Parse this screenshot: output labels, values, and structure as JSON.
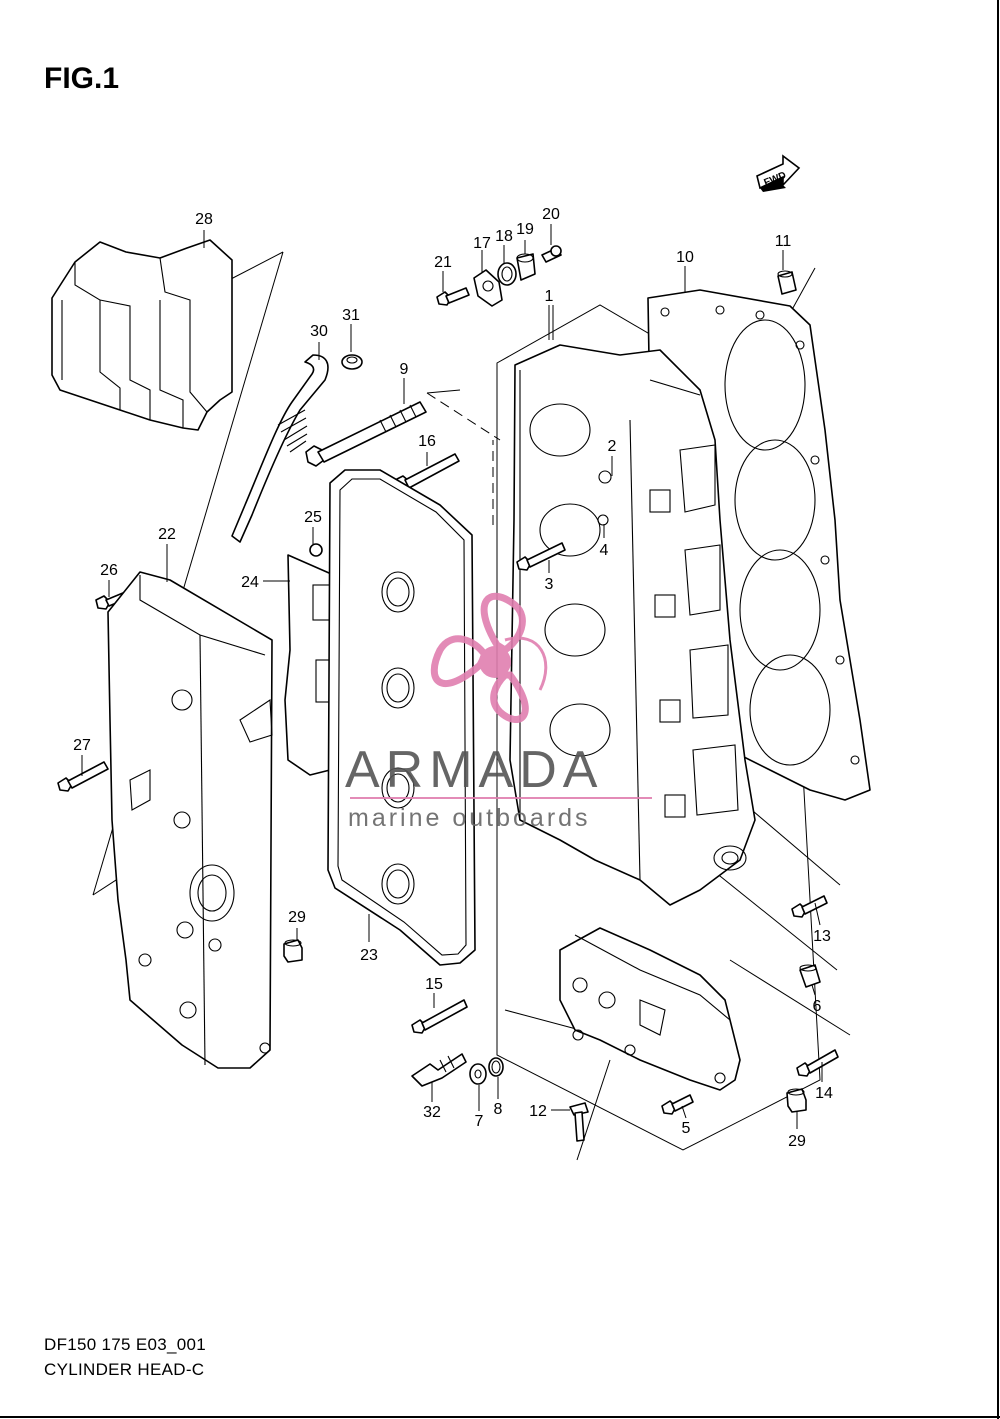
{
  "figure": {
    "title": "FIG.1"
  },
  "fwd_badge": {
    "text": "FWD"
  },
  "watermark": {
    "brand": "ARMADA",
    "tagline": "marine outboards",
    "color": "#e07fb0"
  },
  "footer": {
    "code": "DF150 175 E03_001",
    "title": "CYLINDER HEAD-C"
  },
  "callouts": [
    "28",
    "31",
    "30",
    "9",
    "16",
    "25",
    "24",
    "22",
    "26",
    "27",
    "29",
    "23",
    "17",
    "18",
    "19",
    "20",
    "21",
    "1",
    "2",
    "4",
    "3",
    "10",
    "11",
    "13",
    "6",
    "14",
    "29",
    "15",
    "32",
    "7",
    "8",
    "12",
    "5"
  ]
}
